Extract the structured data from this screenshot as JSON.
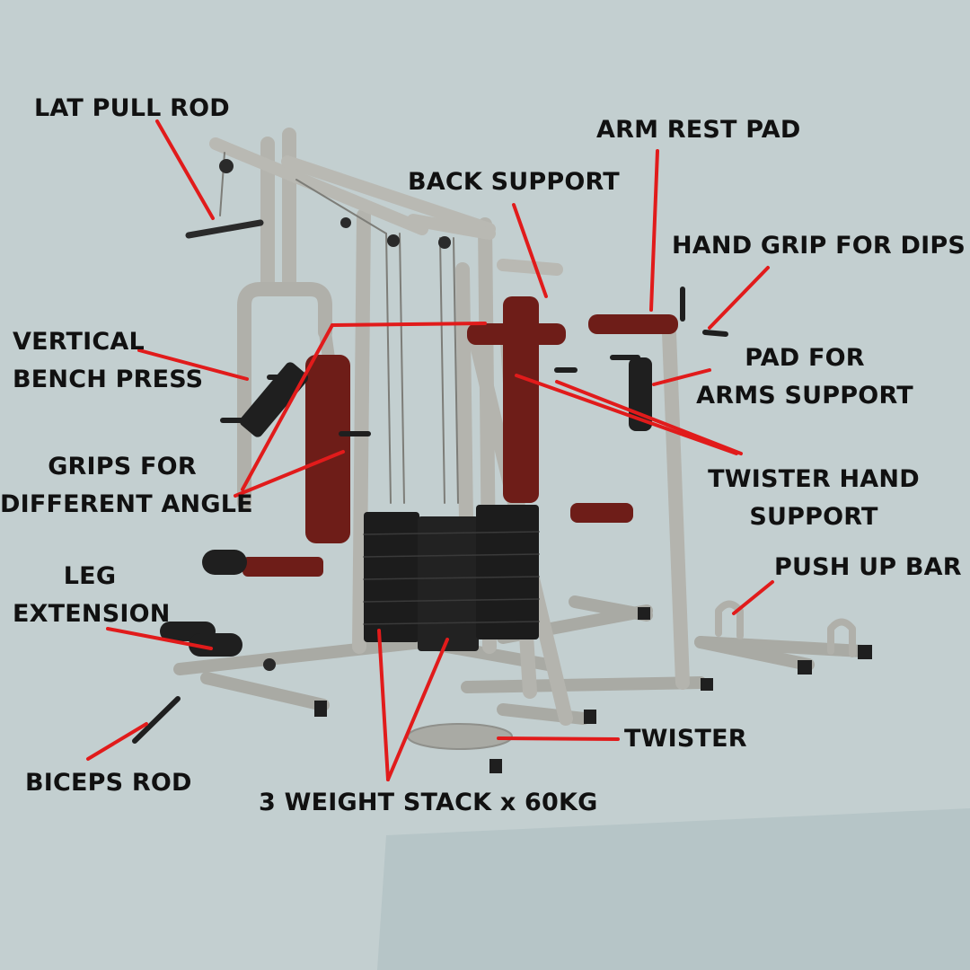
{
  "image": {
    "subject": "multi-station home gym",
    "colors": {
      "background": "#c3cfd0",
      "wall_shadow": "#b4c3c5",
      "frame": "#b3b3ad",
      "frame_dark": "#8f908b",
      "pad": "#6e1d18",
      "weights": "#1c1c1c",
      "callout": "#e11b1b",
      "text": "#111111"
    }
  },
  "labels": {
    "lat_pull_rod": "LAT PULL ROD",
    "arm_rest_pad": "ARM REST PAD",
    "back_support": "BACK SUPPORT",
    "hand_grip_for_dips": "HAND GRIP FOR DIPS",
    "vertical_bench_press": [
      "VERTICAL",
      "BENCH PRESS"
    ],
    "pad_for_arms_support": [
      "PAD FOR",
      "ARMS SUPPORT"
    ],
    "grips_for_different_angle": [
      "GRIPS FOR",
      "DIFFERENT ANGLE"
    ],
    "twister_hand_support": [
      "TWISTER HAND",
      "SUPPORT"
    ],
    "leg_extension": [
      "LEG",
      "EXTENSION"
    ],
    "push_up_bar": "PUSH UP BAR",
    "twister": "TWISTER",
    "biceps_rod": "BICEPS ROD",
    "weight_stack": "3 WEIGHT STACK x 60KG"
  }
}
